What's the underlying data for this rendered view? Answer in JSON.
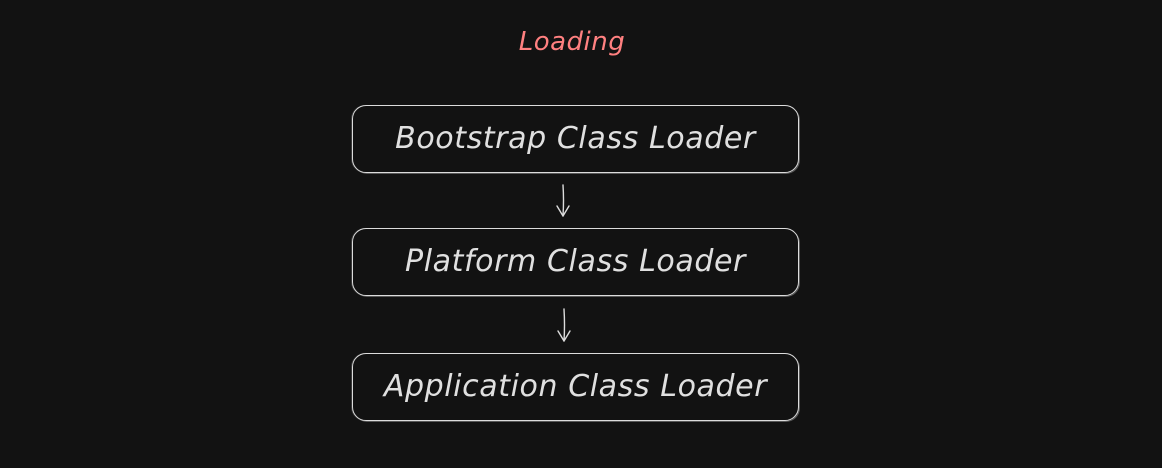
{
  "colors": {
    "background": "#121212",
    "title": "#ff8080",
    "box_border": "#dcdcdc",
    "box_text": "#e0e0e0",
    "arrow": "#dcdcdc"
  },
  "diagram": {
    "title": "Loading",
    "nodes": [
      {
        "id": "bootstrap",
        "label": "Bootstrap Class Loader"
      },
      {
        "id": "platform",
        "label": "Platform Class Loader"
      },
      {
        "id": "application",
        "label": "Application Class Loader"
      }
    ],
    "edges": [
      {
        "from": "bootstrap",
        "to": "platform"
      },
      {
        "from": "platform",
        "to": "application"
      }
    ]
  }
}
